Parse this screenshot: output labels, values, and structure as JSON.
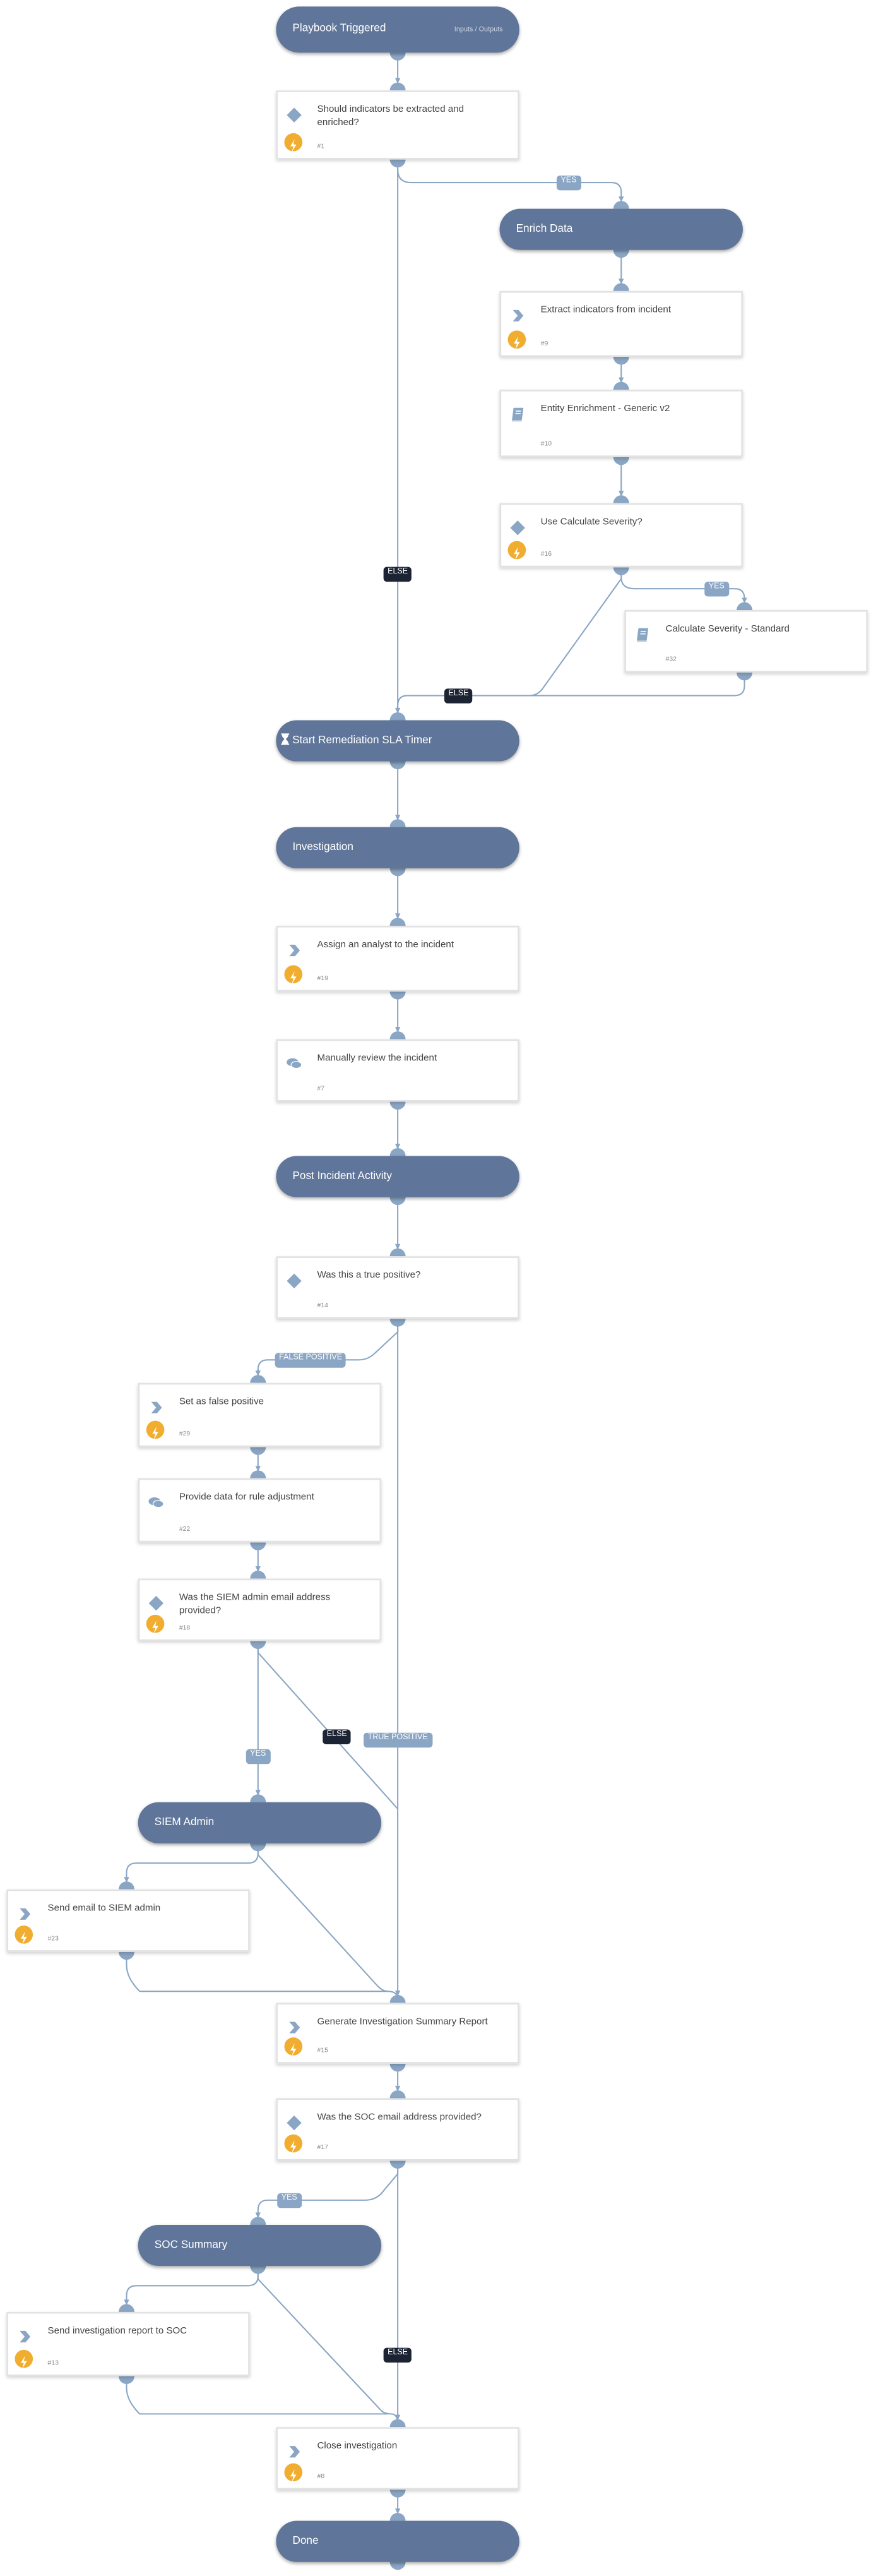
{
  "colors": {
    "pill": "#5f7599",
    "connector": "#8aa6c4",
    "else_label": "#1c2333",
    "bolt": "#f0ad2f"
  },
  "nodes": {
    "trigger": {
      "title": "Playbook Triggered",
      "sub": "Inputs / Outputs"
    },
    "n1": {
      "title": "Should indicators be extracted and enriched?",
      "index": "#1",
      "icon": "diamond-icon",
      "bolt": true
    },
    "enrich": {
      "title": "Enrich Data"
    },
    "n9": {
      "title": "Extract indicators from incident",
      "index": "#9",
      "icon": "chevron-icon",
      "bolt": true
    },
    "n10": {
      "title": "Entity Enrichment - Generic v2",
      "index": "#10",
      "icon": "book-icon",
      "bolt": false
    },
    "n16": {
      "title": "Use Calculate Severity?",
      "index": "#16",
      "icon": "diamond-icon",
      "bolt": true
    },
    "n32": {
      "title": "Calculate Severity - Standard",
      "index": "#32",
      "icon": "book-icon",
      "bolt": false
    },
    "sla": {
      "title": "Start Remediation SLA Timer",
      "icon": "hourglass-icon"
    },
    "investigation": {
      "title": "Investigation"
    },
    "n19": {
      "title": "Assign an analyst to the incident",
      "index": "#19",
      "icon": "chevron-icon",
      "bolt": true
    },
    "n7": {
      "title": "Manually review the incident",
      "index": "#7",
      "icon": "chat-icon",
      "bolt": false
    },
    "post": {
      "title": "Post Incident Activity"
    },
    "n14": {
      "title": "Was this a true positive?",
      "index": "#14",
      "icon": "diamond-icon",
      "bolt": false
    },
    "n29": {
      "title": "Set as false positive",
      "index": "#29",
      "icon": "chevron-icon",
      "bolt": true
    },
    "n22": {
      "title": "Provide data for rule adjustment",
      "index": "#22",
      "icon": "chat-icon",
      "bolt": false
    },
    "n18": {
      "title": "Was the SIEM admin email address provided?",
      "index": "#18",
      "icon": "diamond-icon",
      "bolt": true
    },
    "siem": {
      "title": "SIEM Admin"
    },
    "n23": {
      "title": "Send email to SIEM admin",
      "index": "#23",
      "icon": "chevron-icon",
      "bolt": true
    },
    "n15": {
      "title": "Generate Investigation Summary Report",
      "index": "#15",
      "icon": "chevron-icon",
      "bolt": true
    },
    "n17": {
      "title": "Was the SOC email address provided?",
      "index": "#17",
      "icon": "diamond-icon",
      "bolt": true
    },
    "soc": {
      "title": "SOC Summary"
    },
    "n13": {
      "title": "Send investigation report to SOC",
      "index": "#13",
      "icon": "chevron-icon",
      "bolt": true
    },
    "n8": {
      "title": "Close investigation",
      "index": "#8",
      "icon": "chevron-icon",
      "bolt": true
    },
    "done": {
      "title": "Done"
    }
  },
  "labels": {
    "yes1": "YES",
    "else1": "ELSE",
    "yes2": "YES",
    "else2": "ELSE",
    "false_positive": "FALSE POSITIVE",
    "else3": "ELSE",
    "true_positive": "TRUE POSITIVE",
    "yes3": "YES",
    "yes4": "YES",
    "else4": "ELSE"
  }
}
